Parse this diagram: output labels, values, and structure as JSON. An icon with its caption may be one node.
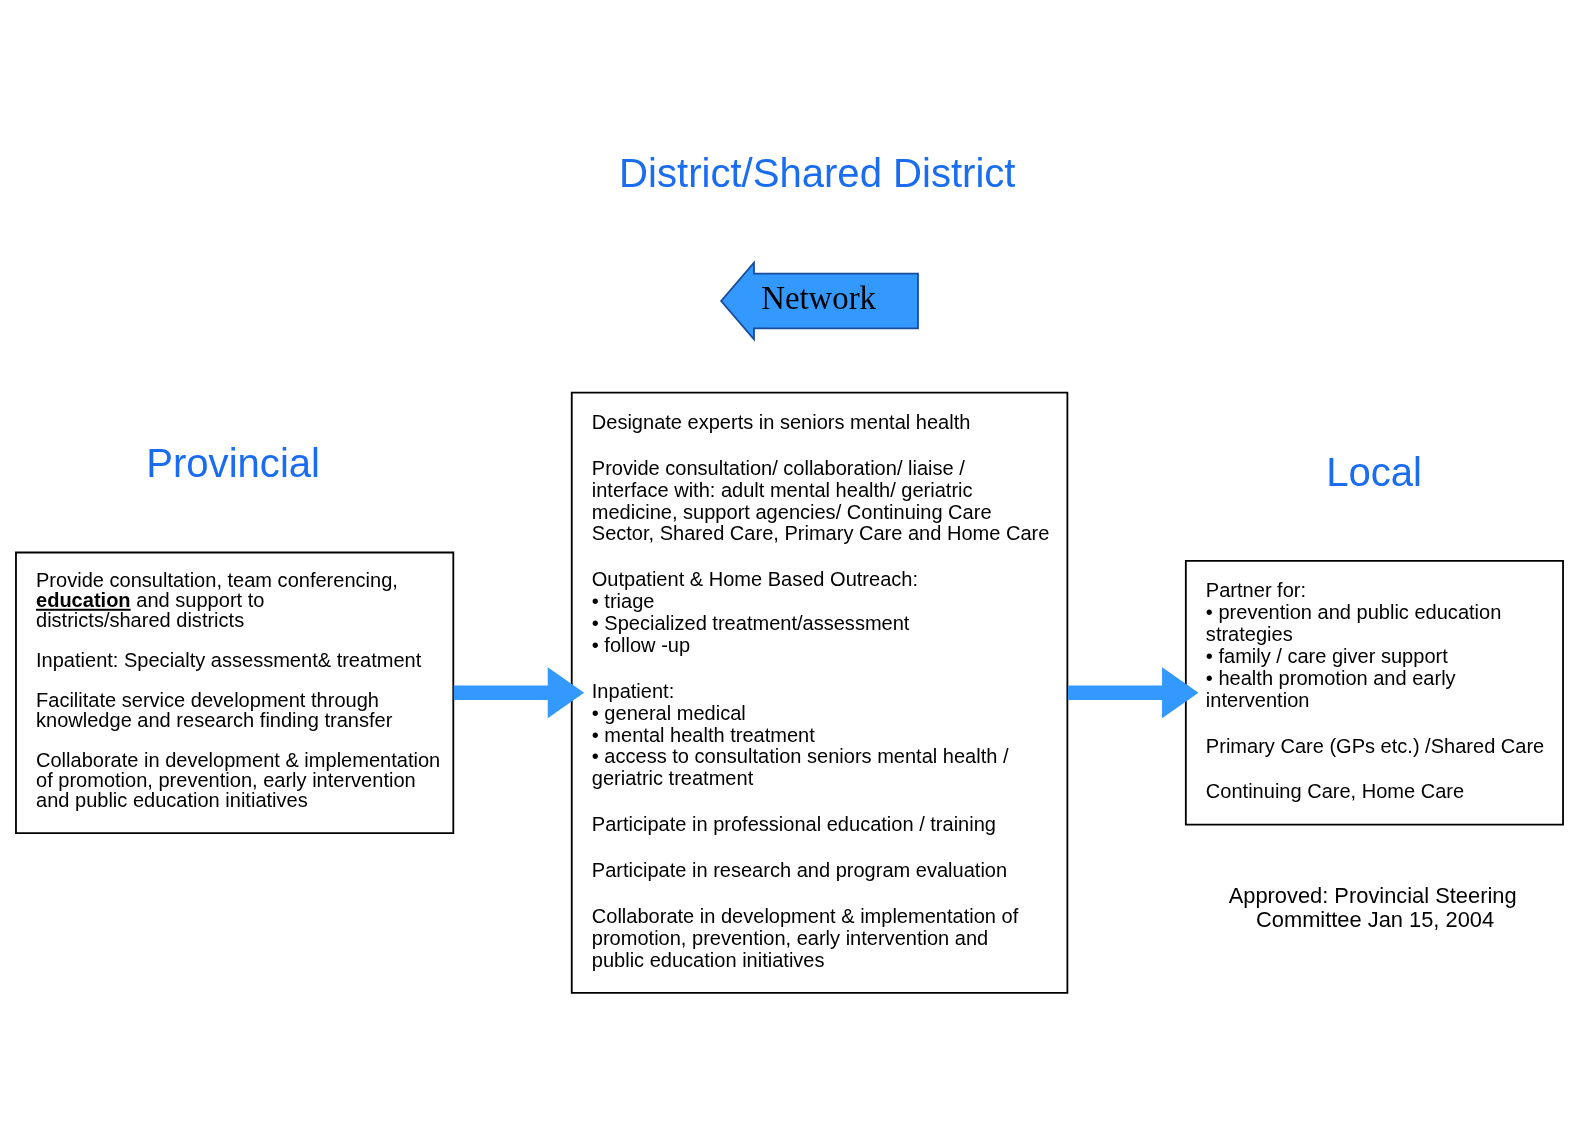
{
  "diagram": {
    "nodes": [
      {
        "text": [
          "Provide consultation, team conferencing, **education** and support to districts/shared districts",
          "Inpatient: Specialty assessment& treatment",
          "Facilitate service development through knowledge and research finding transfer",
          "Collaborate in development & implementation of promotion, prevention, early intervention and public education initiatives"
        ]
      },
      {
        "text": [
          "Designate experts in seniors mental health",
          "Provide consultation/ collaboration/ liaise / interface with: adult mental health/ geriatric medicine, support agencies/ Continuing Care Sector, Shared Care, Primary Care and Home Care",
          "Outpatient & Home Based Outreach:",
          "• triage",
          "• Specialized treatment/assessment",
          "• follow -up",
          "Inpatient:",
          "• general medical",
          "• mental health treatment",
          "• access to consultation seniors mental health / geriatric treatment",
          "Participate in professional education / training",
          "Participate in research and program evaluation",
          "Collaborate in development & implementation of promotion, prevention, early intervention and public education initiatives"
        ]
      },
      {
        "text": [
          "Partner for:",
          "• prevention and public education strategies",
          "• family / care giver support",
          "• health promotion and early intervention",
          "Primary Care (GPs etc.) /Shared Care",
          "Continuing Care, Home Care"
        ]
      },
      {
        "text": [
          "Network"
        ]
      }
    ],
    "edges": [
      {
        "from": 0,
        "to": 1,
        "arrow": "to"
      },
      {
        "from": 1,
        "to": 2,
        "arrow": "to"
      }
    ],
    "labels": [
      "Provincial",
      "District/Shared District",
      "Local",
      "Approved: Provincial Steering Committee Jan 15, 2004"
    ]
  }
}
